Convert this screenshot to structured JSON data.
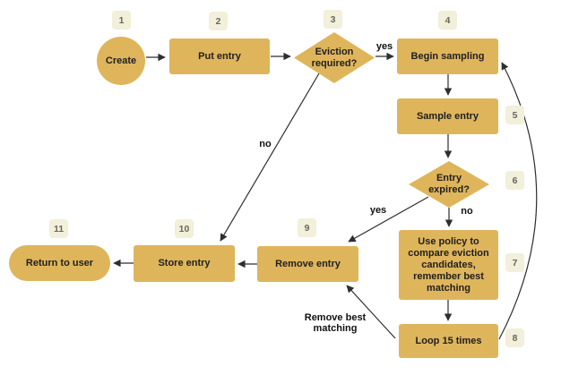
{
  "flowchart": {
    "nodes": [
      {
        "badge": "1",
        "label": "Create",
        "shape": "circle"
      },
      {
        "badge": "2",
        "label": "Put entry",
        "shape": "rect"
      },
      {
        "badge": "3",
        "label": "Eviction required?",
        "shape": "diamond"
      },
      {
        "badge": "4",
        "label": "Begin sampling",
        "shape": "rect"
      },
      {
        "badge": "5",
        "label": "Sample entry",
        "shape": "rect"
      },
      {
        "badge": "6",
        "label": "Entry expired?",
        "shape": "diamond"
      },
      {
        "badge": "7",
        "label": "Use policy to compare eviction candidates, remember best matching",
        "shape": "rect"
      },
      {
        "badge": "8",
        "label": "Loop 15 times",
        "shape": "rect"
      },
      {
        "badge": "9",
        "label": "Remove entry",
        "shape": "rect"
      },
      {
        "badge": "10",
        "label": "Store entry",
        "shape": "rect"
      },
      {
        "badge": "11",
        "label": "Return to user",
        "shape": "pill"
      }
    ],
    "edge_labels": {
      "eviction_yes": "yes",
      "eviction_no": "no",
      "expired_yes": "yes",
      "expired_no": "no",
      "loop_to_remove": "Remove best matching"
    },
    "colors": {
      "shape_fill": "#dfb55c",
      "badge_bg": "#f2efda",
      "badge_text": "#6b675a",
      "line": "#2e2e2e",
      "node_text": "#1e1e1e"
    }
  }
}
